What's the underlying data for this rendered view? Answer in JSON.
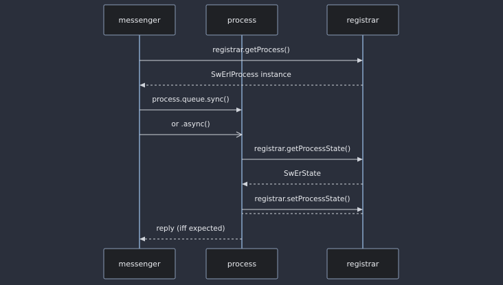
{
  "diagram": {
    "type": "sequence",
    "participants": [
      {
        "id": "messenger",
        "label": "messenger"
      },
      {
        "id": "process",
        "label": "process"
      },
      {
        "id": "registrar",
        "label": "registrar"
      }
    ],
    "messages": [
      {
        "from": "messenger",
        "to": "registrar",
        "label": "registrar.getProcess()",
        "style": "solid",
        "arrow": "filled"
      },
      {
        "from": "registrar",
        "to": "messenger",
        "label": "SwErlProcess instance",
        "style": "dashed",
        "arrow": "filled"
      },
      {
        "from": "messenger",
        "to": "process",
        "label": "process.queue.sync()",
        "style": "solid",
        "arrow": "filled"
      },
      {
        "from": "messenger",
        "to": "process",
        "label": "or .async()",
        "style": "solid",
        "arrow": "open"
      },
      {
        "from": "process",
        "to": "registrar",
        "label": "registrar.getProcessState()",
        "style": "solid",
        "arrow": "filled"
      },
      {
        "from": "registrar",
        "to": "process",
        "label": "SwErState",
        "style": "dashed",
        "arrow": "filled"
      },
      {
        "from": "process",
        "to": "registrar",
        "label": "registrar.setProcessState()",
        "style": "solid",
        "arrow": "filled"
      },
      {
        "from": "registrar",
        "to": "process",
        "label": "",
        "style": "dashed",
        "arrow": "none"
      },
      {
        "from": "process",
        "to": "messenger",
        "label": "reply (iff expected)",
        "style": "dashed",
        "arrow": "filled"
      }
    ],
    "colors": {
      "background": "#2a2f3b",
      "actor_fill": "#1f2125",
      "actor_stroke": "#8a9bb6",
      "lifeline": "#8fb0d6",
      "message": "#cfd3da",
      "text": "#e6e8ec"
    }
  }
}
